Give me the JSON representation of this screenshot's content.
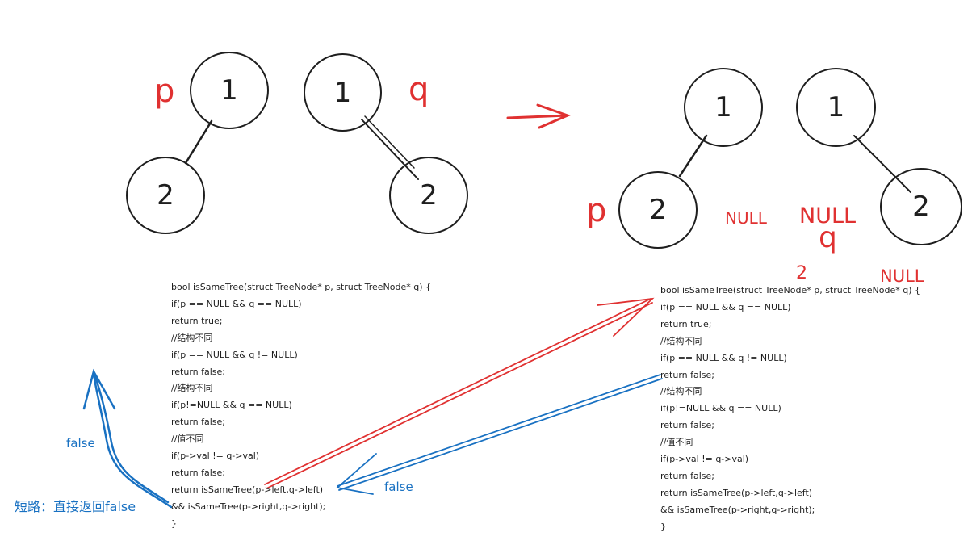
{
  "left_trees": {
    "p_label": "p",
    "q_label": "q",
    "p_root": "1",
    "p_child": "2",
    "q_root": "1",
    "q_child": "2"
  },
  "right_trees": {
    "p_root": "1",
    "p_child": "2",
    "q_root": "1",
    "q_child": "2",
    "p_label": "p",
    "null1": "NULL",
    "null2": "NULL",
    "q_label": "q",
    "two_label": "2",
    "null3": "NULL"
  },
  "code_left": [
    "bool isSameTree(struct TreeNode* p, struct TreeNode* q) {",
    "if(p == NULL && q == NULL)",
    "return true;",
    "//结构不同",
    "if(p == NULL && q != NULL)",
    "return false;",
    "//结构不同",
    "if(p!=NULL && q == NULL)",
    "return false;",
    "//值不同",
    "if(p->val != q->val)",
    "return false;",
    "return isSameTree(p->left,q->left)",
    "&& isSameTree(p->right,q->right);",
    "}"
  ],
  "code_right": [
    "bool isSameTree(struct TreeNode* p, struct TreeNode* q) {",
    "if(p == NULL && q == NULL)",
    "return true;",
    "//结构不同",
    "if(p == NULL && q != NULL)",
    "return false;",
    "//结构不同",
    "if(p!=NULL && q == NULL)",
    "return false;",
    "//值不同",
    "if(p->val != q->val)",
    "return false;",
    "return isSameTree(p->left,q->left)",
    "&& isSameTree(p->right,q->right);",
    "}"
  ],
  "annotations": {
    "false_left": "false",
    "short_circuit": "短路：直接返回false",
    "false_arrow": "false"
  },
  "colors": {
    "red": "#e03131",
    "blue": "#1971c2",
    "ink": "#1e1e1e"
  }
}
